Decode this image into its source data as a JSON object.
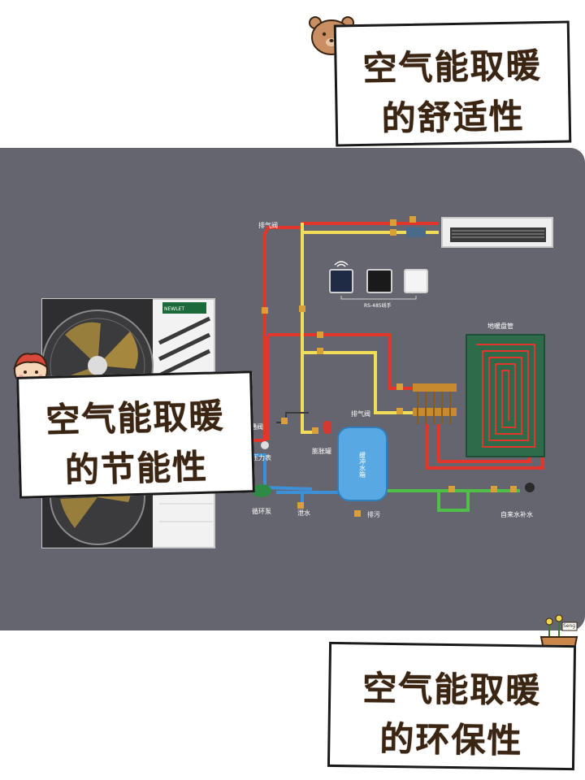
{
  "labels": {
    "top": {
      "line1": "空气能取暖",
      "line2": "的舒适性"
    },
    "middle": {
      "line1": "空气能取暖",
      "line2": "的节能性"
    },
    "bottom": {
      "line1": "空气能取暖",
      "line2": "的环保性"
    }
  },
  "diagram": {
    "exhaust_valve_top": "排气阀",
    "exhaust_valve_tank": "排气阀",
    "bypass_valve": "旁通阀",
    "pressure_gauge": "压力表",
    "circulation_pump": "循环泵",
    "expansion_tank": "膨胀罐",
    "drain": "泄水",
    "blowdown": "排污",
    "buffer_tank": "缓冲水箱",
    "floor_coil": "地暖盘管",
    "tap_water_refill": "自来水补水",
    "rs485": "RS-485线手",
    "unit_brand": "NEWLET",
    "flower_pot_label": "Seng"
  },
  "colors": {
    "panel": "#65656f",
    "hot_pipe": "#e2352b",
    "yellow_pipe": "#f2dd58",
    "blue_pipe": "#3d8fd6",
    "green_pipe": "#4fbf47",
    "tank": "#57a8e3",
    "label_text": "#3a2412"
  }
}
